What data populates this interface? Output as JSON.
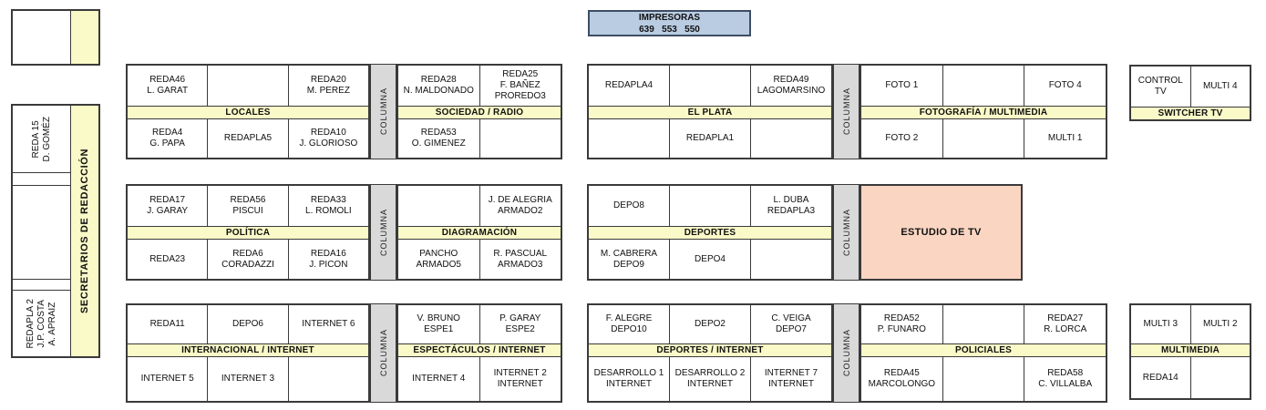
{
  "printers": {
    "title": "IMPRESORAS",
    "numbers": "639   553   550"
  },
  "left_column": {
    "secretaries": "SECRETARIOS DE REDACCIÓN",
    "desk_top": "REDA 15\nD. GOMÉZ",
    "desk_bottom": "REDAPLA 2\nJ.P. COSTA\nA. APRAIZ"
  },
  "labels": {
    "columna": "COLUMNA",
    "estudio": "ESTUDIO DE TV"
  },
  "groups": {
    "locales": {
      "banner": "LOCALES",
      "top": [
        "REDA46\nL. GARAT",
        "",
        "REDA20\nM. PEREZ"
      ],
      "bottom": [
        "REDA4\nG. PAPA",
        "REDAPLA5",
        "REDA10\nJ. GLORIOSO"
      ]
    },
    "sociedad": {
      "banner": "SOCIEDAD / RADIO",
      "top": [
        "REDA28\nN. MALDONADO",
        "REDA25\nF. BAÑEZ\nPROREDO3"
      ],
      "bottom": [
        "REDA53\nO. GIMENEZ",
        ""
      ]
    },
    "elplata": {
      "banner": "EL PLATA",
      "top": [
        "REDAPLA4",
        "",
        "REDA49\nLAGOMARSINO"
      ],
      "bottom": [
        "",
        "REDAPLA1",
        ""
      ]
    },
    "foto": {
      "banner": "FOTOGRAFÍA / MULTIMEDIA",
      "top": [
        "FOTO 1",
        "",
        "FOTO 4"
      ],
      "bottom": [
        "FOTO 2",
        "",
        "MULTI 1"
      ]
    },
    "switcher": {
      "banner": "SWITCHER TV",
      "top": [
        "CONTROL TV",
        "MULTI 4"
      ]
    },
    "politica": {
      "banner": "POLÍTICA",
      "top": [
        "REDA17\nJ. GARAY",
        "REDA56\nPISCUI",
        "REDA33\nL. ROMOLI"
      ],
      "bottom": [
        "REDA23",
        "REDA6\nCORADAZZI",
        "REDA16\nJ. PICON"
      ]
    },
    "diagramacion": {
      "banner": "DIAGRAMACIÓN",
      "top": [
        "",
        "J. DE ALEGRIA\nARMADO2"
      ],
      "bottom": [
        "PANCHO\nARMADO5",
        "R. PASCUAL\nARMADO3"
      ]
    },
    "deportes": {
      "banner": "DEPORTES",
      "top": [
        "DEPO8",
        "",
        "L. DUBA\nREDAPLA3"
      ],
      "bottom": [
        "M. CABRERA\nDEPO9",
        "DEPO4",
        ""
      ]
    },
    "internacional": {
      "banner": "INTERNACIONAL / INTERNET",
      "top": [
        "REDA11",
        "DEPO6",
        "INTERNET 6"
      ],
      "bottom": [
        "INTERNET 5",
        "INTERNET 3",
        ""
      ]
    },
    "espectaculos": {
      "banner": "ESPECTÁCULOS / INTERNET",
      "top": [
        "V. BRUNO\nESPE1",
        "P. GARAY\nESPE2"
      ],
      "bottom": [
        "INTERNET 4",
        "INTERNET 2\nINTERNET"
      ]
    },
    "deportes_internet": {
      "banner": "DEPORTES / INTERNET",
      "top": [
        "F. ALEGRE\nDEPO10",
        "DEPO2",
        "C. VEIGA\nDEPO7"
      ],
      "bottom": [
        "DESARROLLO 1\nINTERNET",
        "DESARROLLO 2\nINTERNET",
        "INTERNET 7\nINTERNET"
      ]
    },
    "policiales": {
      "banner": "POLICIALES",
      "top": [
        "REDA52\nP. FUNARO",
        "",
        "REDA27\nR. LORCA"
      ],
      "bottom": [
        "REDA45\nMARCOLONGO",
        "",
        "REDA58\nC. VILLALBA"
      ]
    },
    "multimedia": {
      "banner": "MULTIMEDIA",
      "top": [
        "MULTI 3",
        "MULTI 2"
      ],
      "bottom": [
        "REDA14",
        ""
      ]
    }
  },
  "colors": {
    "banner_yellow": "#FAFAC8",
    "column_gray": "#D9D9D9",
    "printers_blue": "#B9CCE2",
    "studio_pink": "#FAD5C2",
    "border": "#3A3A3A"
  }
}
